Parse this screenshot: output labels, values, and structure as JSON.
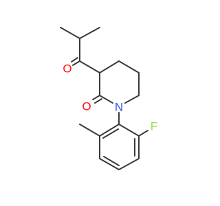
{
  "molecule": {
    "atoms": {
      "oxygen_ketone": "O",
      "oxygen_lactam": "O",
      "nitrogen": "N",
      "fluorine": "F"
    },
    "colors": {
      "bond": "#3a3a3a",
      "oxygen": "#ff0d0d",
      "nitrogen": "#3050f8",
      "fluorine": "#90e050",
      "background": "#ffffff"
    }
  }
}
